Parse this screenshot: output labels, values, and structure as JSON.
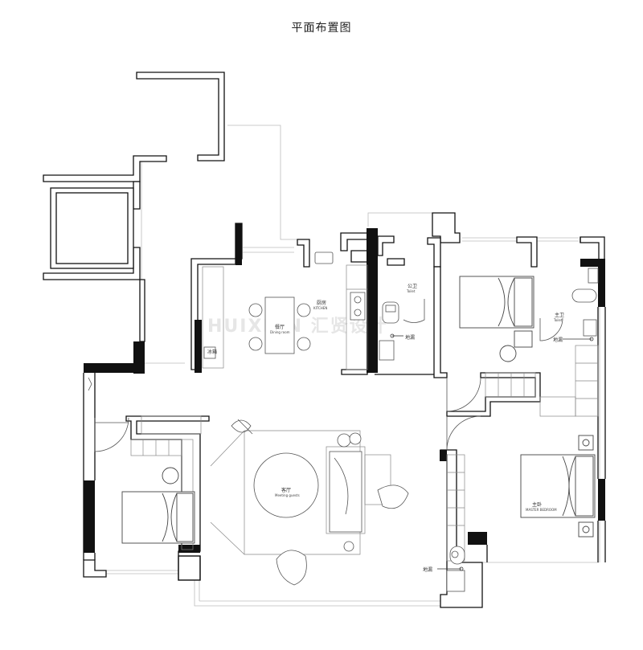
{
  "title": "平面布置图",
  "rooms": {
    "kitchen_cn": "厨房",
    "kitchen_en": "KITCHEN",
    "dining_cn": "餐厅",
    "dining_en": "Dining room",
    "toilet1_cn": "公卫",
    "toilet1_en": "Toilet",
    "toilet2_cn": "主卫",
    "toilet2_en": "Toilet",
    "living_cn": "客厅",
    "living_en": "Meeting guests",
    "master_cn": "主卧",
    "master_en": "MASTER BEDROOM",
    "fridge": "冰箱",
    "floor_drain_1": "地漏",
    "floor_drain_2": "地漏",
    "floor_drain_3": "地漏"
  },
  "watermark": "HUIXIAN 汇贤设计"
}
